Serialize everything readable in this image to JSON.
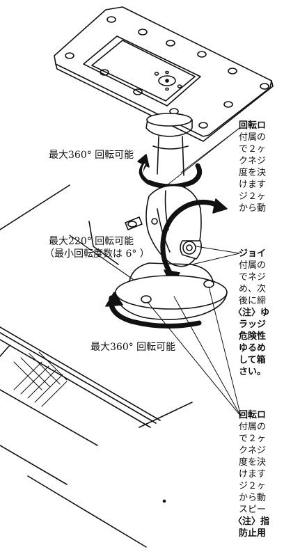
{
  "labels": {
    "rot_top": "最大360°  回転可能",
    "rot_mid_1": "最大220°  回転可能",
    "rot_mid_2": "（最小回転度数は 6°  ）",
    "rot_bottom": "最大360°  回転可能"
  },
  "side_text": {
    "block1": {
      "heading": "回転ロ",
      "lines": [
        "付属の",
        "で２ヶ",
        "クネジ",
        "度を決",
        "けます",
        "ジ２ヶ",
        "から動"
      ]
    },
    "block2": {
      "heading": "ジョイ",
      "lines": [
        "付属の",
        "でネジ",
        "め、次",
        "後に締"
      ],
      "note_lines": [
        "〈注〉ゆ",
        "ラッジ",
        "危険性",
        "ゆるめ",
        "して箱",
        "さい。"
      ]
    },
    "block3": {
      "heading": "回転ロ",
      "lines": [
        "付属の",
        "で２ヶ",
        "クネジ",
        "度を決",
        "けます",
        "ジ２ヶ",
        "から動",
        "スピー"
      ],
      "note_lines": [
        "〈注〉指",
        "防止用"
      ]
    }
  }
}
